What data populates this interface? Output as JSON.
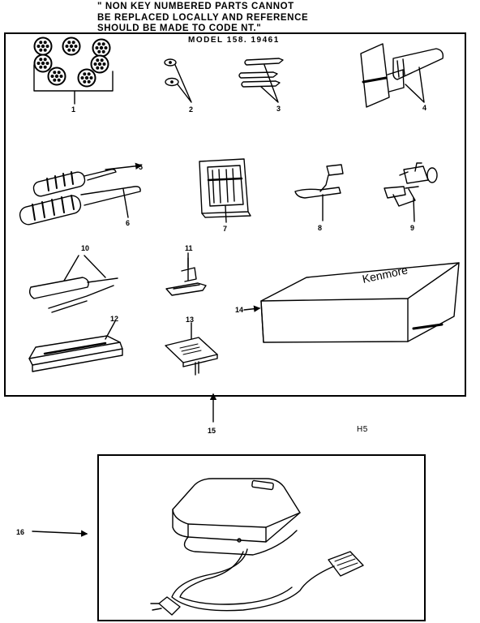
{
  "header": {
    "note_lines": [
      "\" NON KEY NUMBERED PARTS CANNOT",
      "BE REPLACED LOCALLY AND REFERENCE",
      "SHOULD BE MADE TO CODE NT.\""
    ],
    "model": "MODEL 158. 19461"
  },
  "section_code": "H5",
  "brand_text": "Kenmore",
  "parts": [
    {
      "number": "1",
      "item": "bobbins"
    },
    {
      "number": "2",
      "item": "spool-pin-felts"
    },
    {
      "number": "3",
      "item": "spool-pins"
    },
    {
      "number": "4",
      "item": "seam-guide"
    },
    {
      "number": "5",
      "item": "small-screwdriver"
    },
    {
      "number": "6",
      "item": "large-screwdriver"
    },
    {
      "number": "7",
      "item": "needle-package"
    },
    {
      "number": "8",
      "item": "zipper-foot"
    },
    {
      "number": "9",
      "item": "buttonholer"
    },
    {
      "number": "10",
      "item": "seam-ripper"
    },
    {
      "number": "11",
      "item": "presser-foot"
    },
    {
      "number": "12",
      "item": "accessory-tray"
    },
    {
      "number": "13",
      "item": "feed-cover-plate"
    },
    {
      "number": "14",
      "item": "accessory-box"
    },
    {
      "number": "15",
      "item": "attachment-set"
    },
    {
      "number": "16",
      "item": "foot-control"
    }
  ]
}
